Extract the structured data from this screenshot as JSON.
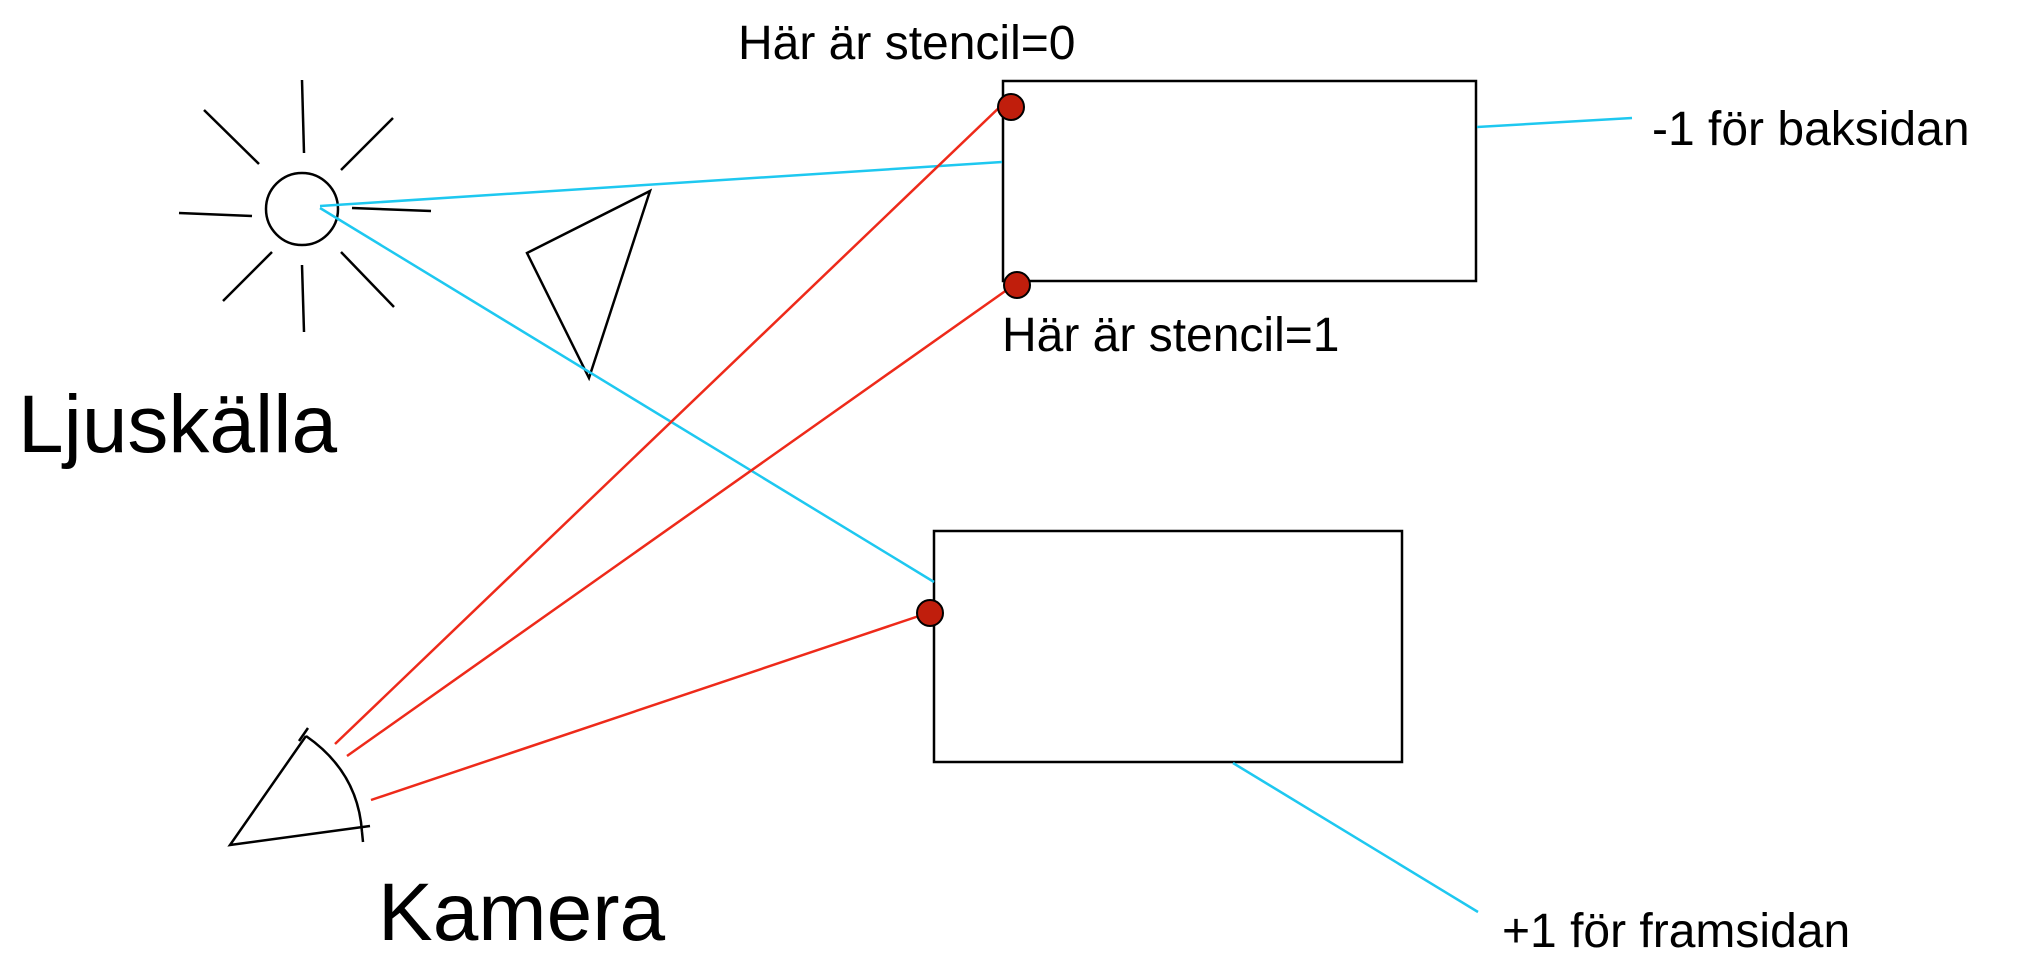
{
  "labels": {
    "light_source": "Ljuskälla",
    "camera": "Kamera",
    "stencil_zero": "Här är stencil=0",
    "stencil_one": "Här är stencil=1",
    "back_face": "-1 för baksidan",
    "front_face": "+1 för framsidan"
  },
  "colors": {
    "shadow_ray": "#1ec8f0",
    "view_ray": "#ee2a1a",
    "marker_fill": "#c01e0c",
    "outline": "#000000"
  }
}
